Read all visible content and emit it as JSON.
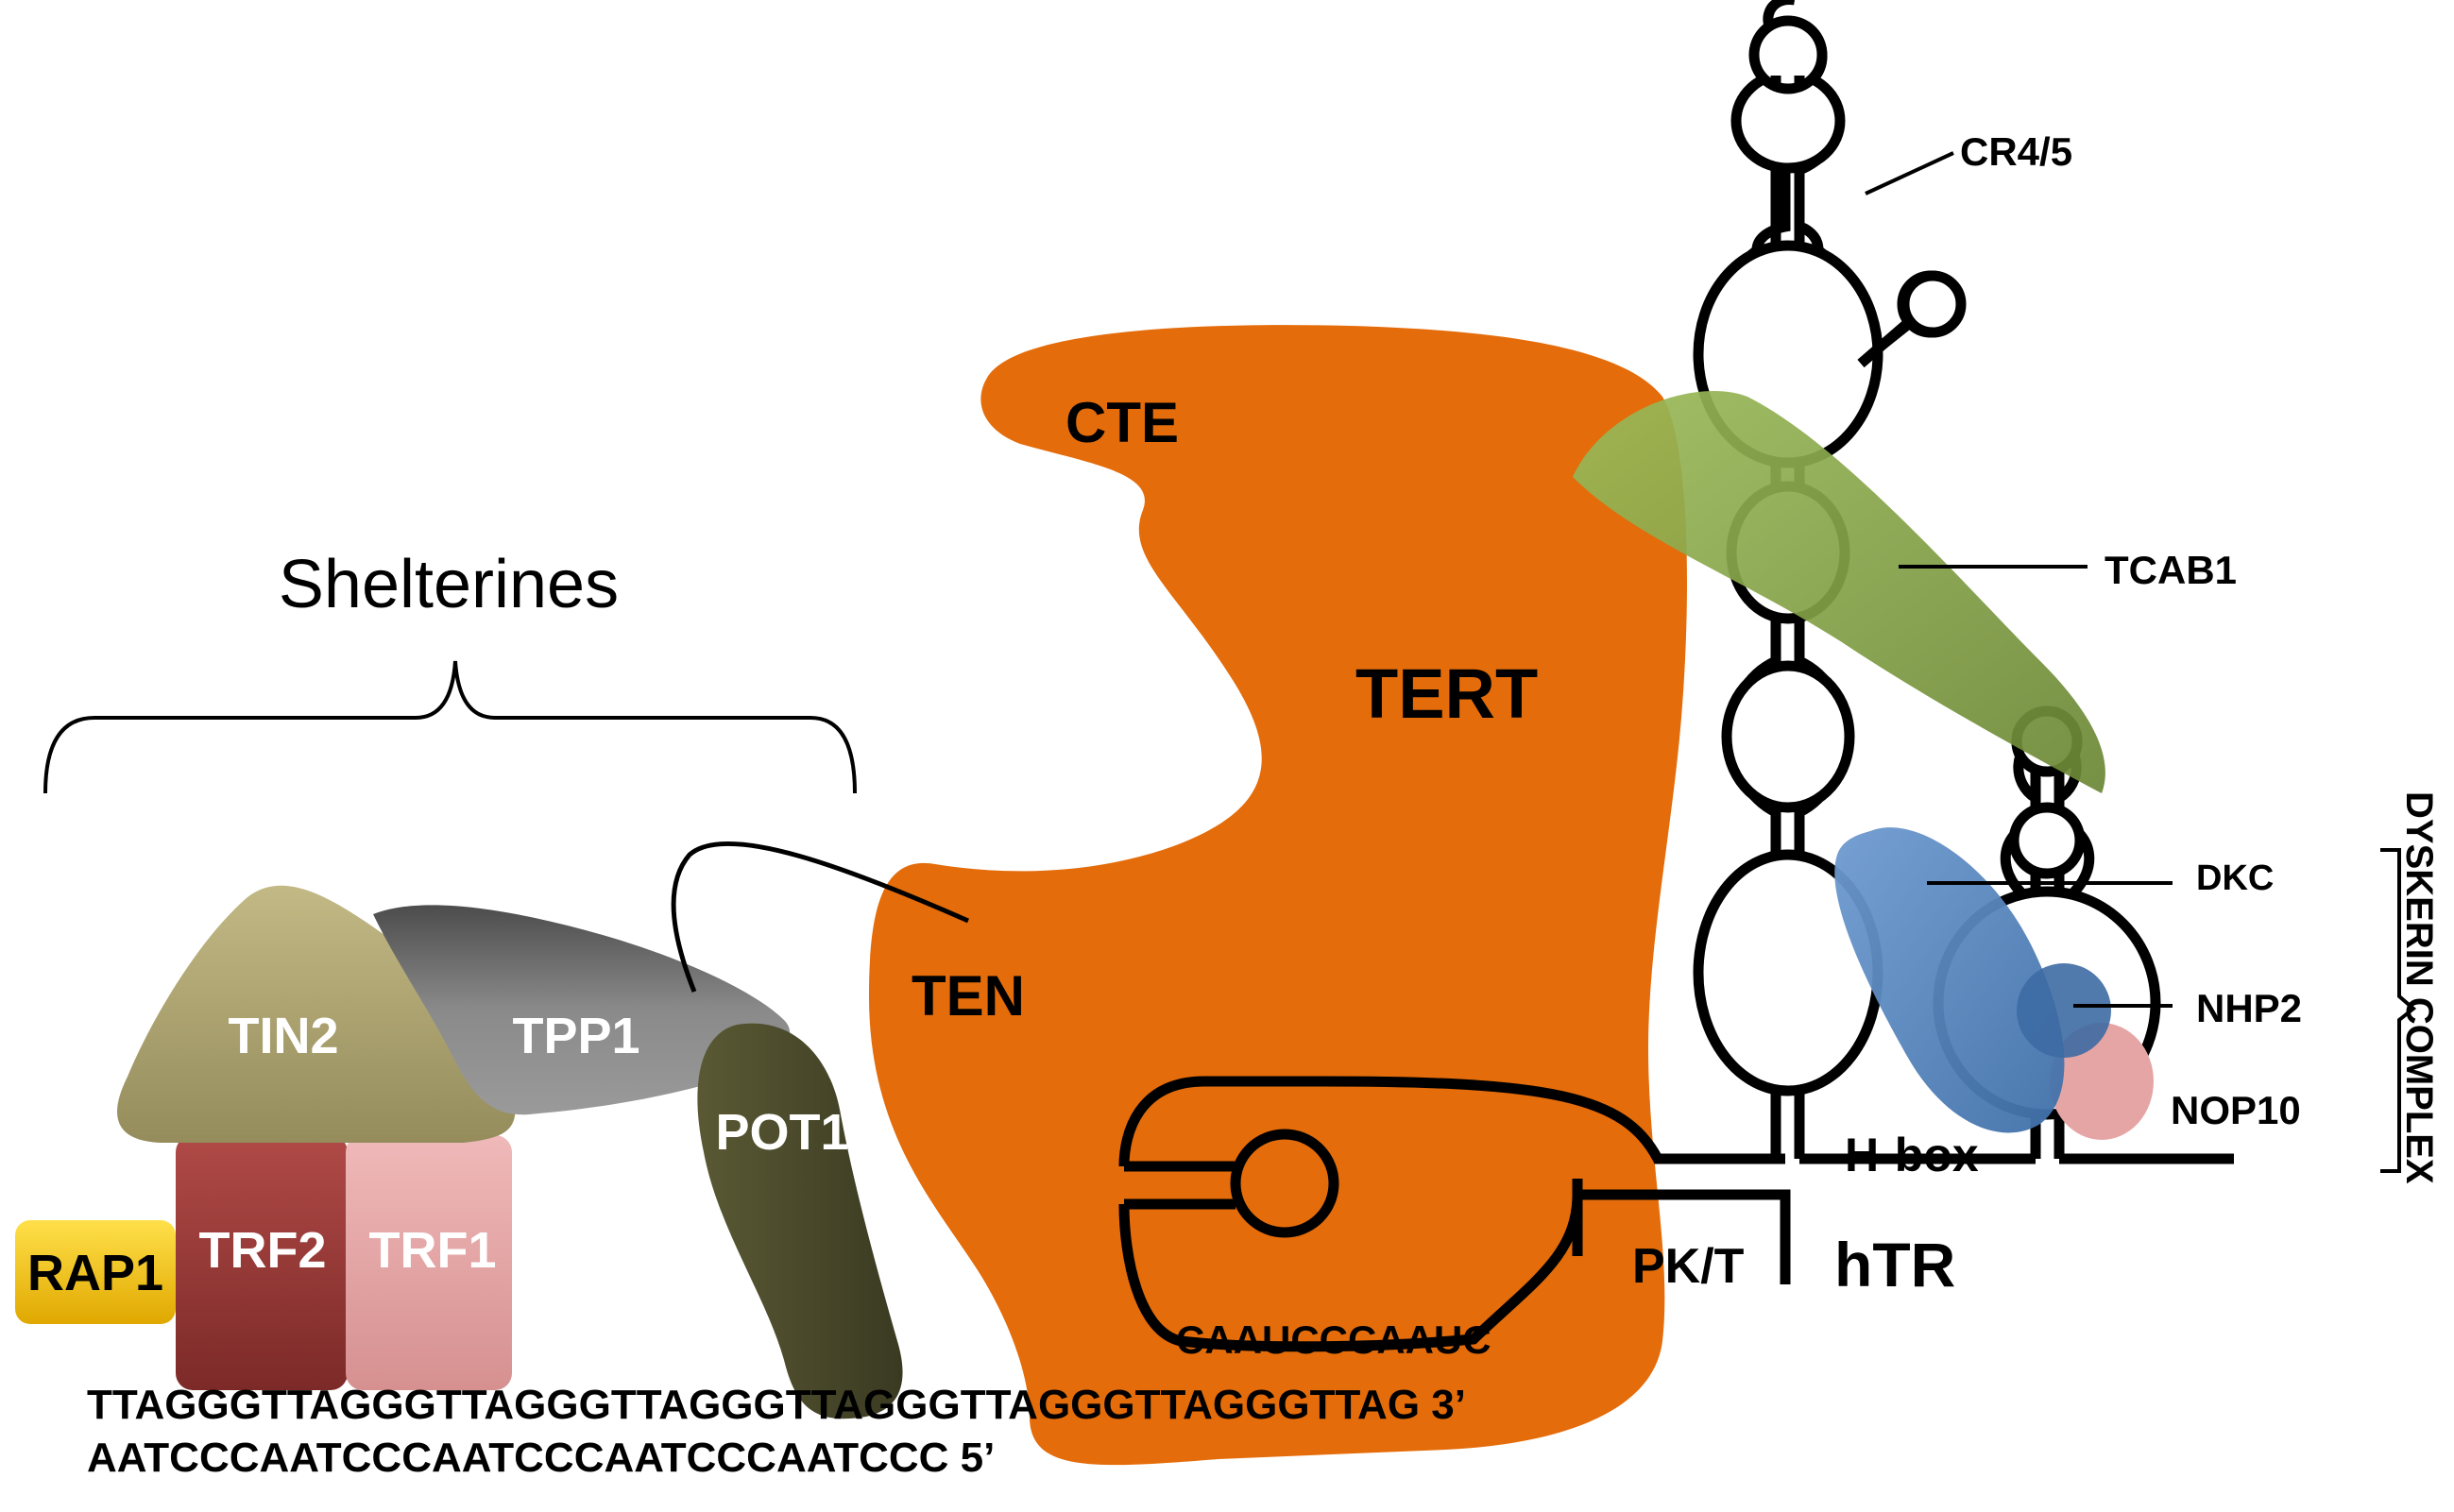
{
  "colors": {
    "tert": "#e46c0a",
    "tcab1": "#77933c",
    "dkc": "#4f81bd",
    "nop10": "#e6a5a5",
    "tin2": "#aba270",
    "tpp1": "#7a7a7a",
    "pot1": "#4b4a2c",
    "trf2": "#943634",
    "trf1": "#e6a3a3",
    "rap1": "#f6c800",
    "line": "#000000"
  },
  "labels": {
    "shelterines": "Shelterines",
    "tin2": "TIN2",
    "tpp1": "TPP1",
    "pot1": "POT1",
    "trf2": "TRF2",
    "trf1": "TRF1",
    "rap1": "RAP1",
    "cte": "CTE",
    "tert": "TERT",
    "ten": "TEN",
    "template": "CAAUCCCAAUC",
    "pkt": "PK/T",
    "htr": "hTR",
    "hbox": "H-box",
    "cr45": "CR4/5",
    "tcab1": "TCAB1",
    "dkc": "DKC",
    "nhp2": "NHP2",
    "nop10": "NOP10",
    "dyskerin": "DYSKERIN COMPLEX"
  },
  "dna": {
    "top_strand": "TTAGGGTTAGGGTTAGGGTTAGGGTTAGGGTTAGGGTTAGGGTTAG 3’",
    "bottom_strand": "AATCCCAATCCCAATCCCAATCCCAATCCC 5’"
  }
}
